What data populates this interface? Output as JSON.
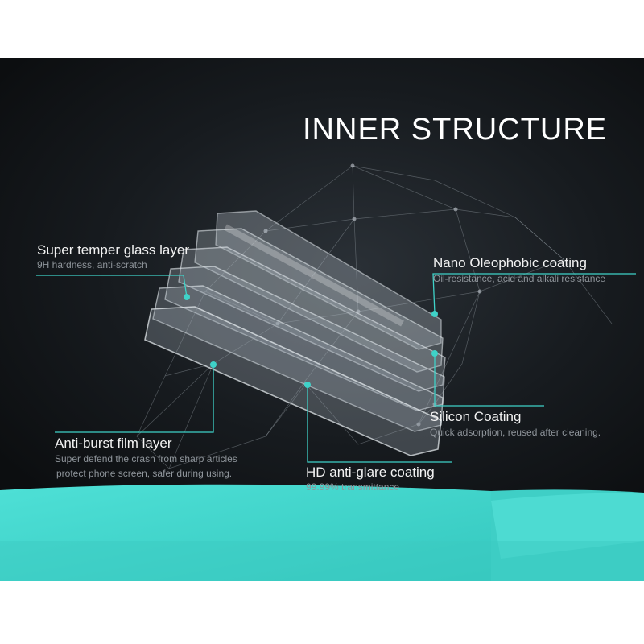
{
  "title": "INNER STRUCTURE",
  "colors": {
    "accent": "#3fd2c8",
    "background": "#15191d",
    "teal_floor": "#43d8cf"
  },
  "labels": {
    "super_temper": {
      "heading": "Super temper glass layer",
      "description": "9H hardness, anti-scratch"
    },
    "nano": {
      "heading": "Nano Oleophobic coating",
      "description": "Oil-resistance, acid and alkali resistance"
    },
    "silicon": {
      "heading": "Silicon Coating",
      "description": "Quick adsorption, reused after cleaning."
    },
    "anti_burst": {
      "heading": "Anti-burst film layer",
      "description_line1": "Super defend the crash from sharp articles",
      "description_line2": "protect phone screen, safer during using."
    },
    "hd": {
      "heading": "HD anti-glare coating",
      "description": "99.99% transmittance"
    }
  }
}
